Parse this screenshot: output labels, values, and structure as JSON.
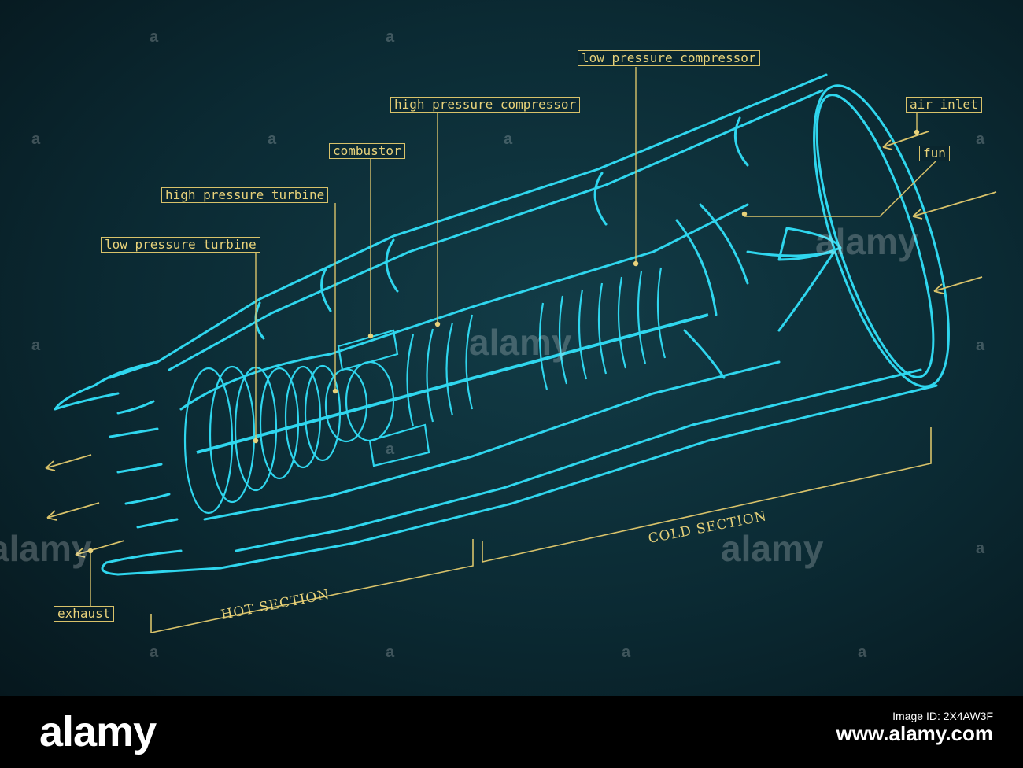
{
  "labels": {
    "low_pressure_compressor": "low pressure compressor",
    "high_pressure_compressor": "high pressure compressor",
    "combustor": "combustor",
    "high_pressure_turbine": "high pressure turbine",
    "low_pressure_turbine": "low pressure turbine",
    "air_inlet": "air inlet",
    "fun": "fun",
    "exhaust": "exhaust"
  },
  "sections": {
    "hot": "HOT SECTION",
    "cold": "COLD SECTION"
  },
  "watermark": {
    "brand": "alamy",
    "glyph": "a"
  },
  "footer": {
    "logo": "alamy",
    "caption": "Image ID: 2X4AW3F",
    "site": "www.alamy.com"
  },
  "colors": {
    "background": "#0b2a33",
    "lines": "#2fd6ee",
    "annotation": "#e8d27a"
  }
}
